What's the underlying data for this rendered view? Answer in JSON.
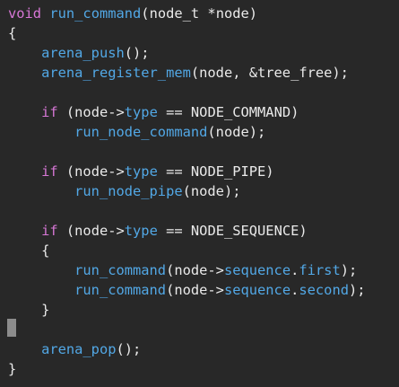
{
  "editor": {
    "lines": [
      [
        {
          "text": "void",
          "role": "keyword"
        },
        {
          "text": " ",
          "role": "plain"
        },
        {
          "text": "run_command",
          "role": "function"
        },
        {
          "text": "(node_t *node)",
          "role": "plain"
        }
      ],
      [
        {
          "text": "{",
          "role": "plain"
        }
      ],
      [
        {
          "text": "    ",
          "role": "plain"
        },
        {
          "text": "arena_push",
          "role": "function"
        },
        {
          "text": "();",
          "role": "plain"
        }
      ],
      [
        {
          "text": "    ",
          "role": "plain"
        },
        {
          "text": "arena_register_mem",
          "role": "function"
        },
        {
          "text": "(node, &tree_free);",
          "role": "plain"
        }
      ],
      [],
      [
        {
          "text": "    ",
          "role": "plain"
        },
        {
          "text": "if",
          "role": "keyword"
        },
        {
          "text": " (node->",
          "role": "plain"
        },
        {
          "text": "type",
          "role": "function"
        },
        {
          "text": " == NODE_COMMAND)",
          "role": "plain"
        }
      ],
      [
        {
          "text": "        ",
          "role": "plain"
        },
        {
          "text": "run_node_command",
          "role": "function"
        },
        {
          "text": "(node);",
          "role": "plain"
        }
      ],
      [],
      [
        {
          "text": "    ",
          "role": "plain"
        },
        {
          "text": "if",
          "role": "keyword"
        },
        {
          "text": " (node->",
          "role": "plain"
        },
        {
          "text": "type",
          "role": "function"
        },
        {
          "text": " == NODE_PIPE)",
          "role": "plain"
        }
      ],
      [
        {
          "text": "        ",
          "role": "plain"
        },
        {
          "text": "run_node_pipe",
          "role": "function"
        },
        {
          "text": "(node);",
          "role": "plain"
        }
      ],
      [],
      [
        {
          "text": "    ",
          "role": "plain"
        },
        {
          "text": "if",
          "role": "keyword"
        },
        {
          "text": " (node->",
          "role": "plain"
        },
        {
          "text": "type",
          "role": "function"
        },
        {
          "text": " == NODE_SEQUENCE)",
          "role": "plain"
        }
      ],
      [
        {
          "text": "    {",
          "role": "plain"
        }
      ],
      [
        {
          "text": "        ",
          "role": "plain"
        },
        {
          "text": "run_command",
          "role": "function"
        },
        {
          "text": "(node->",
          "role": "plain"
        },
        {
          "text": "sequence",
          "role": "function"
        },
        {
          "text": ".",
          "role": "plain"
        },
        {
          "text": "first",
          "role": "function"
        },
        {
          "text": ");",
          "role": "plain"
        }
      ],
      [
        {
          "text": "        ",
          "role": "plain"
        },
        {
          "text": "run_command",
          "role": "function"
        },
        {
          "text": "(node->",
          "role": "plain"
        },
        {
          "text": "sequence",
          "role": "function"
        },
        {
          "text": ".",
          "role": "plain"
        },
        {
          "text": "second",
          "role": "function"
        },
        {
          "text": ");",
          "role": "plain"
        }
      ],
      [
        {
          "text": "    }",
          "role": "plain"
        }
      ],
      [],
      [
        {
          "text": "    ",
          "role": "plain"
        },
        {
          "text": "arena_pop",
          "role": "function"
        },
        {
          "text": "();",
          "role": "plain"
        }
      ],
      [
        {
          "text": "}",
          "role": "plain"
        }
      ]
    ],
    "colors": {
      "background": "#282828",
      "keyword": "#d777d6",
      "function": "#52a8e6",
      "plain": "#eaeaea",
      "cursor": "#8c8c8c"
    },
    "cursor": {
      "line": 17,
      "column": 1
    }
  }
}
